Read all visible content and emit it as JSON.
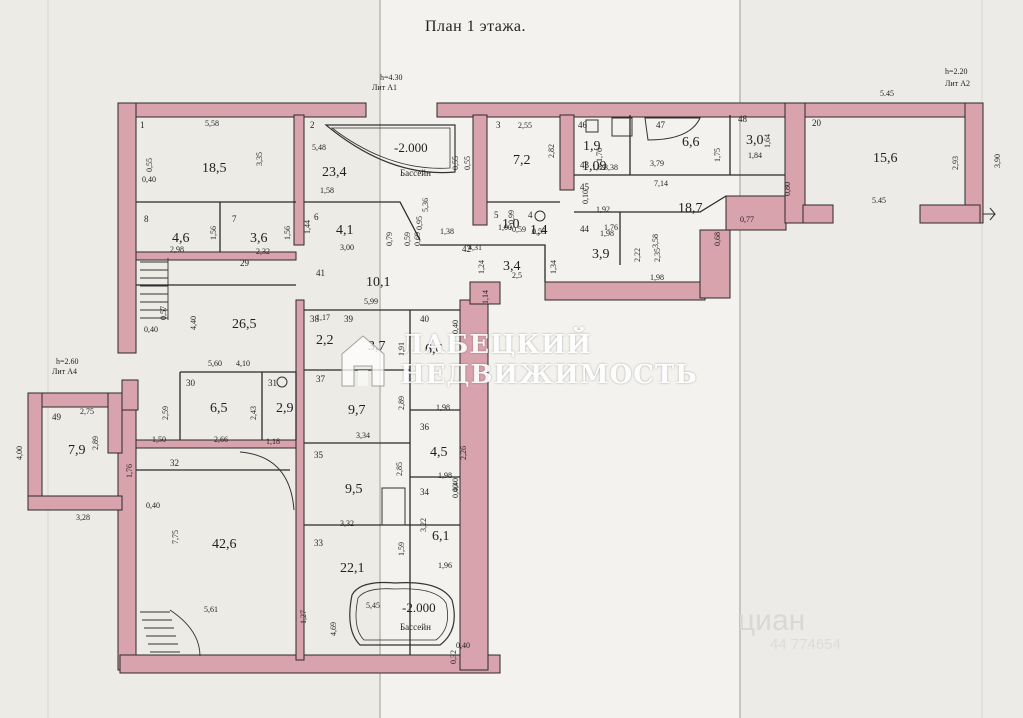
{
  "title": "План 1  этажа.",
  "watermark": {
    "line1": "ЛАБЕЦКИЙ",
    "line2": "НЕДВИЖИМОСТЬ",
    "site_mark": "циан",
    "site_id": "44 774654"
  },
  "colors": {
    "wall": "#d9a3ad",
    "wall_stroke": "#2a2a2a",
    "paper": "#f3f2ee",
    "ink": "#1f1f1f",
    "fold": "#c7c5bf"
  },
  "wing_labels": [
    {
      "id": "a1-h",
      "text": "h=4.30"
    },
    {
      "id": "a1-lit",
      "text": "Лит А1"
    },
    {
      "id": "a2-h",
      "text": "h=2.20"
    },
    {
      "id": "a2-lit",
      "text": "Лит А2"
    },
    {
      "id": "a4-h",
      "text": "h=2.60"
    },
    {
      "id": "a4-lit",
      "text": "Лит А4"
    }
  ],
  "pools": [
    {
      "id": "pool-1",
      "depth": "-2.000",
      "label": "Бассейн"
    },
    {
      "id": "pool-2",
      "depth": "-2.000",
      "label": "Бассейн"
    }
  ],
  "rooms": [
    {
      "num": "1",
      "area": "18,5"
    },
    {
      "num": "2",
      "area": "23,4"
    },
    {
      "num": "3",
      "area": "7,2"
    },
    {
      "num": "46",
      "area": "1,9"
    },
    {
      "num": "47",
      "area": "6,6"
    },
    {
      "num": "48",
      "area": "3,0"
    },
    {
      "num": "20",
      "area": "15,6"
    },
    {
      "num": "8",
      "area": "4,6"
    },
    {
      "num": "7",
      "area": "3,6"
    },
    {
      "num": "6",
      "area": "4,1"
    },
    {
      "num": "5",
      "area": "1,0"
    },
    {
      "num": "4",
      "area": "1,4"
    },
    {
      "num": "45",
      "area": "18,7"
    },
    {
      "num": "44",
      "area": "3,9"
    },
    {
      "num": "43",
      "area": "1,09"
    },
    {
      "num": "42",
      "area": "3,4"
    },
    {
      "num": "41",
      "area": "10,1"
    },
    {
      "num": "29",
      "area": "26,5"
    },
    {
      "num": "38",
      "area": "2,2"
    },
    {
      "num": "39",
      "area": "3,7"
    },
    {
      "num": "40",
      "area": "6,6"
    },
    {
      "num": "37",
      "area": "9,7"
    },
    {
      "num": "30",
      "area": "6,5"
    },
    {
      "num": "31",
      "area": "2,9"
    },
    {
      "num": "36",
      "area": "4,5"
    },
    {
      "num": "35",
      "area": "9,5"
    },
    {
      "num": "34",
      "area": "6,1"
    },
    {
      "num": "32",
      "area": "42,6"
    },
    {
      "num": "33",
      "area": "22,1"
    },
    {
      "num": "49",
      "area": "7,9"
    }
  ],
  "dimensions": [
    "5,58",
    "0,55",
    "3,35",
    "0,40",
    "5,48",
    "1,58",
    "0,55",
    "0,55",
    "2,55",
    "2,82",
    "1,76",
    "3,79",
    "1,75",
    "7,14",
    "1,84",
    "1,64",
    "5.45",
    "2,93",
    "3,90",
    "0,80",
    "5.45",
    "0,77",
    "1,56",
    "2,98",
    "1,56",
    "2,32",
    "1,44",
    "3,00",
    "0,79",
    "0,59",
    "0,69",
    "1,38",
    "0,59",
    "0,55",
    "4,31",
    "1,92",
    "1,76",
    "3,58",
    "2,22",
    "2,35",
    "0,68",
    "1,98",
    "1,24",
    "1,34",
    "2,5",
    "1,14",
    "5,99",
    "0,40",
    "0,57",
    "4,40",
    "5,60",
    "4,10",
    "1,17",
    "1,91",
    "0,40",
    "2,59",
    "1,50",
    "2,66",
    "2,43",
    "1,18",
    "2,89",
    "1,98",
    "3,34",
    "2,26",
    "1,98",
    "2,85",
    "0,40",
    "3,32",
    "3,22",
    "1,59",
    "1,96",
    "1,76",
    "0,40",
    "7,75",
    "5,61",
    "1,27",
    "4,69",
    "5,45",
    "0,40",
    "0,32",
    "2,75",
    "2,89",
    "4,00",
    "3,28",
    "1,00",
    "0,99",
    "0,95",
    "5,36",
    "0,10",
    "3,38",
    "1,89",
    "1,98",
    "0,40"
  ]
}
